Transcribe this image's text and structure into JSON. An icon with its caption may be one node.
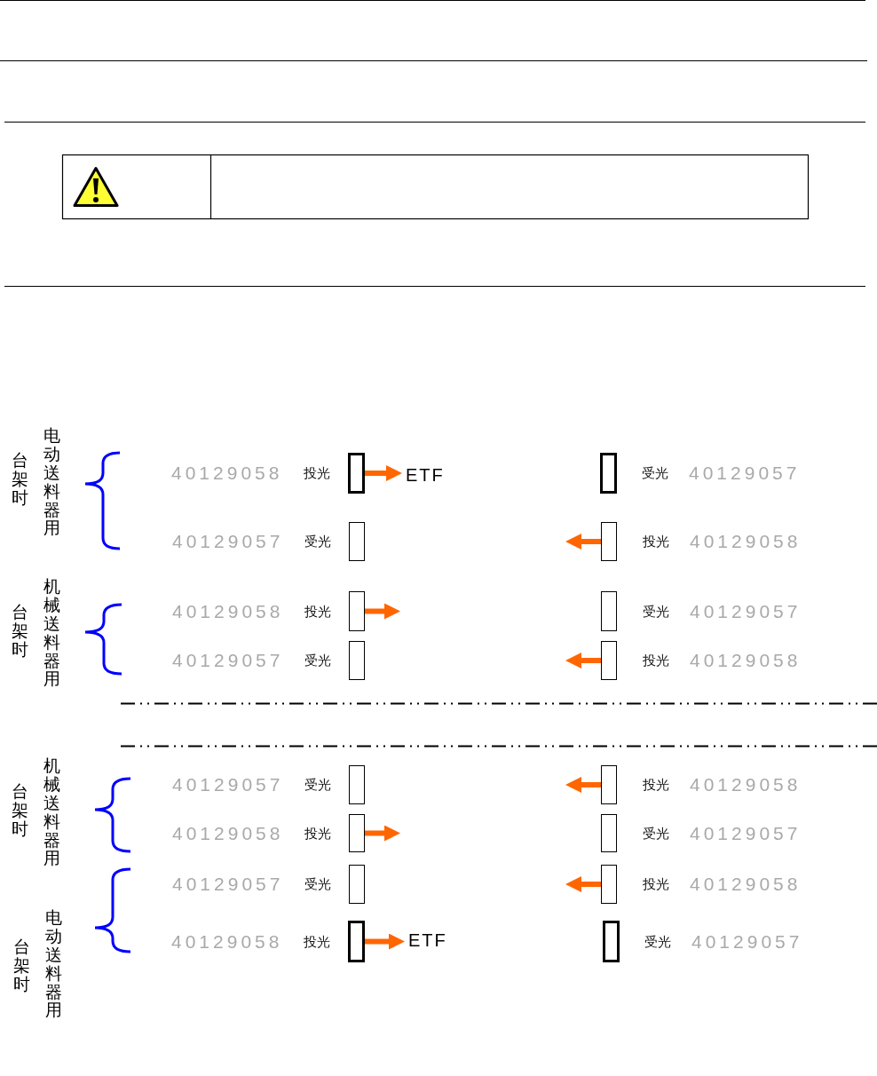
{
  "diagram": {
    "nodes": [
      {
        "text": [],
        "shape": "box",
        "beside": [
          "40129058",
          "投光"
        ]
      },
      {
        "text": [
          "ETF"
        ]
      },
      {
        "text": [],
        "shape": "box",
        "beside": [
          "受光",
          "40129057"
        ]
      },
      {
        "text": [],
        "shape": "box",
        "beside": [
          "40129057",
          "受光"
        ]
      },
      {
        "text": [],
        "shape": "box",
        "beside": [
          "投光",
          "40129058"
        ]
      },
      {
        "text": [],
        "shape": "box",
        "beside": [
          "40129058",
          "投光"
        ]
      },
      {
        "text": [],
        "shape": "box",
        "beside": [
          "受光",
          "40129057"
        ]
      },
      {
        "text": [],
        "shape": "box",
        "beside": [
          "40129057",
          "受光"
        ]
      },
      {
        "text": [],
        "shape": "box",
        "beside": [
          "投光",
          "40129058"
        ]
      },
      {
        "text": [],
        "shape": "box",
        "beside": [
          "40129057",
          "受光"
        ]
      },
      {
        "text": [],
        "shape": "box",
        "beside": [
          "投光",
          "40129058"
        ]
      },
      {
        "text": [],
        "shape": "box",
        "beside": [
          "40129058",
          "投光"
        ]
      },
      {
        "text": [],
        "shape": "box",
        "beside": [
          "受光",
          "40129057"
        ]
      },
      {
        "text": [],
        "shape": "box",
        "beside": [
          "40129057",
          "受光"
        ]
      },
      {
        "text": [],
        "shape": "box",
        "beside": [
          "投光",
          "40129058"
        ]
      },
      {
        "text": [],
        "shape": "box",
        "beside": [
          "40129058",
          "投光"
        ]
      },
      {
        "text": [
          "ETF"
        ]
      },
      {
        "text": [],
        "shape": "box",
        "beside": [
          "受光",
          "40129057"
        ]
      }
    ],
    "edges": [
      {
        "from": 0,
        "to": 1,
        "arrow": "to"
      },
      {
        "from": 4,
        "to": null,
        "arrow": "to"
      },
      {
        "from": 5,
        "to": null,
        "arrow": "to"
      },
      {
        "from": 8,
        "to": null,
        "arrow": "to"
      },
      {
        "from": 10,
        "to": null,
        "arrow": "to"
      },
      {
        "from": 11,
        "to": null,
        "arrow": "to"
      },
      {
        "from": 14,
        "to": null,
        "arrow": "to"
      },
      {
        "from": 15,
        "to": 16,
        "arrow": "to"
      }
    ],
    "labels": [
      "台架时",
      "电动送料器用",
      "台架时",
      "机械送料器用",
      "台架时",
      "机械送料器用",
      "台架时",
      "电动送料器用"
    ]
  }
}
